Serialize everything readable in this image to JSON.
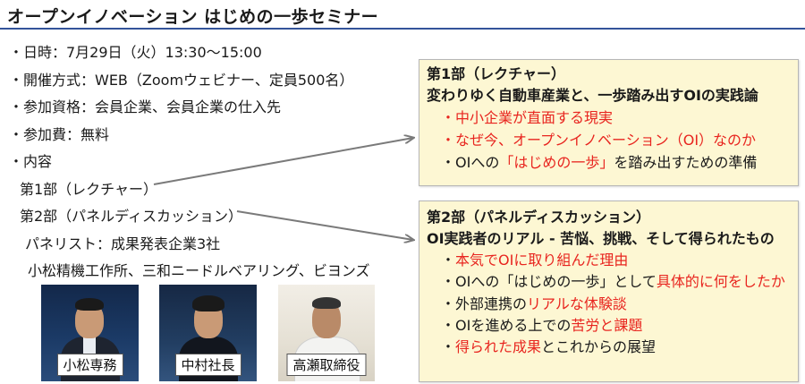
{
  "title": "オープンイノベーション はじめの一歩セミナー",
  "info": {
    "date": "・日時：7月29日（火）13:30～15:00",
    "format": "・開催方式：WEB（Zoomウェビナー、定員500名）",
    "eligibility": "・参加資格：会員企業、会員企業の仕入先",
    "fee": "・参加費：無料",
    "content_label": "・内容",
    "part1": "第1部（レクチャー）",
    "part2": "第2部（パネルディスカッション）",
    "panelists_label": "パネリスト：成果発表企業3社",
    "panelist_companies": "小松精機工作所、三和ニードルベアリング、ビヨンズ"
  },
  "part1_box": {
    "heading": "第1部（レクチャー）",
    "subheading": "変わりゆく自動車産業と、一歩踏み出すOIの実践論",
    "item1": "・中小企業が直面する現実",
    "item2": "・なぜ今、オープンイノベーション（OI）なのか",
    "item3_a": "・OIへの",
    "item3_b": "「はじめの一歩」",
    "item3_c": "を踏み出すための準備"
  },
  "part2_box": {
    "heading": "第2部（パネルディスカッション）",
    "subheading": "OI実践者のリアル - 苦悩、挑戦、そして得られたもの",
    "item1_a": "・",
    "item1_b": "本気でOIに取り組んだ理由",
    "item2_a": "・OIへの「はじめの一歩」として",
    "item2_b": "具体的に何をしたか",
    "item3_a": "・外部連携の",
    "item3_b": "リアルな体験談",
    "item4_a": "・OIを進める上での",
    "item4_b": "苦労と課題",
    "item5_a": "・",
    "item5_b": "得られた成果",
    "item5_c": "とこれからの展望"
  },
  "photos": [
    {
      "caption": "小松専務"
    },
    {
      "caption": "中村社長"
    },
    {
      "caption": "高瀬取締役"
    }
  ],
  "colors": {
    "accent_red": "#e8251f",
    "box_bg": "#fdf7d3",
    "rule": "#33549a"
  }
}
